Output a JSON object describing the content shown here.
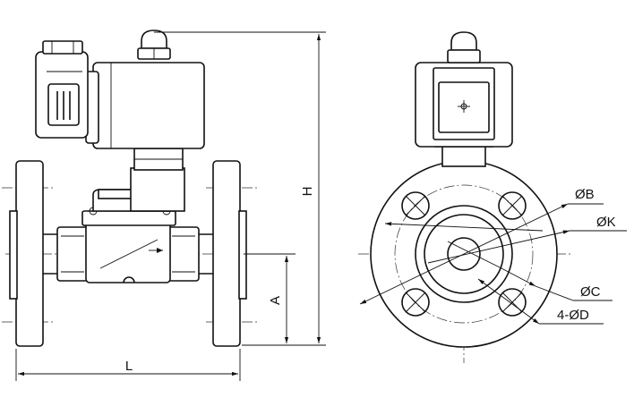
{
  "labels": {
    "L": "L",
    "H": "H",
    "A": "A",
    "B": "ØB",
    "K": "ØK",
    "C": "ØC",
    "D": "4-ØD"
  }
}
